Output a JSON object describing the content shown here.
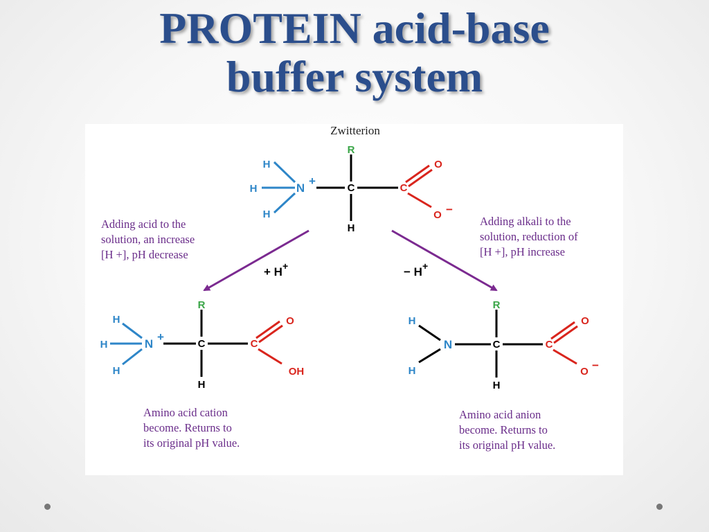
{
  "slide": {
    "title_line1": "PROTEIN acid-base",
    "title_line2": "buffer system"
  },
  "diagram": {
    "zwitterion_label": "Zwitterion",
    "acid_note": [
      "Adding acid to the",
      "solution, an increase",
      "[H +], pH decrease"
    ],
    "alkali_note": [
      "Adding alkali to the",
      "solution, reduction of",
      "[H +], pH increase"
    ],
    "cation_note": [
      "Amino acid cation",
      "become. Returns to",
      "its original pH value."
    ],
    "anion_note": [
      "Amino acid anion",
      "become. Returns to",
      "its original pH value."
    ],
    "add_h_label": "+ H",
    "remove_h_label": "− H",
    "h_charge": "+",
    "atoms": {
      "hydrogen": "H",
      "nitrogen": "N",
      "carbon": "C",
      "r_group": "R",
      "oxygen": "O",
      "hydroxyl": "OH",
      "n_charge": "+",
      "o_charge": "−"
    }
  },
  "colors": {
    "title": "#2b4e8c",
    "hydrogen_on_n": "#2e86c8",
    "nitrogen": "#2e86c8",
    "r_group": "#3aa547",
    "oxygen": "#d9251d",
    "arrow": "#7b2a90",
    "note_text": "#6a2d8a"
  }
}
